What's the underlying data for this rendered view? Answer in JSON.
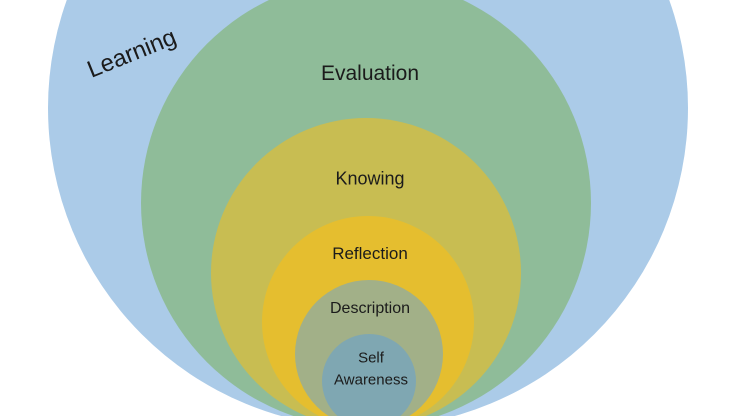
{
  "diagram": {
    "type": "nested-circles",
    "background_color": "#ffffff",
    "text_color": "#1b1b1b",
    "levels": [
      {
        "label": "Learning",
        "color": "#abcbe8"
      },
      {
        "label": "Evaluation",
        "color": "#8fbc99"
      },
      {
        "label": "Knowing",
        "color": "#c8bd52"
      },
      {
        "label": "Reflection",
        "color": "#e5be2f"
      },
      {
        "label": "Description",
        "color": "#a2b088"
      },
      {
        "label": "Self Awareness",
        "color": "#7fa7b2"
      }
    ]
  }
}
